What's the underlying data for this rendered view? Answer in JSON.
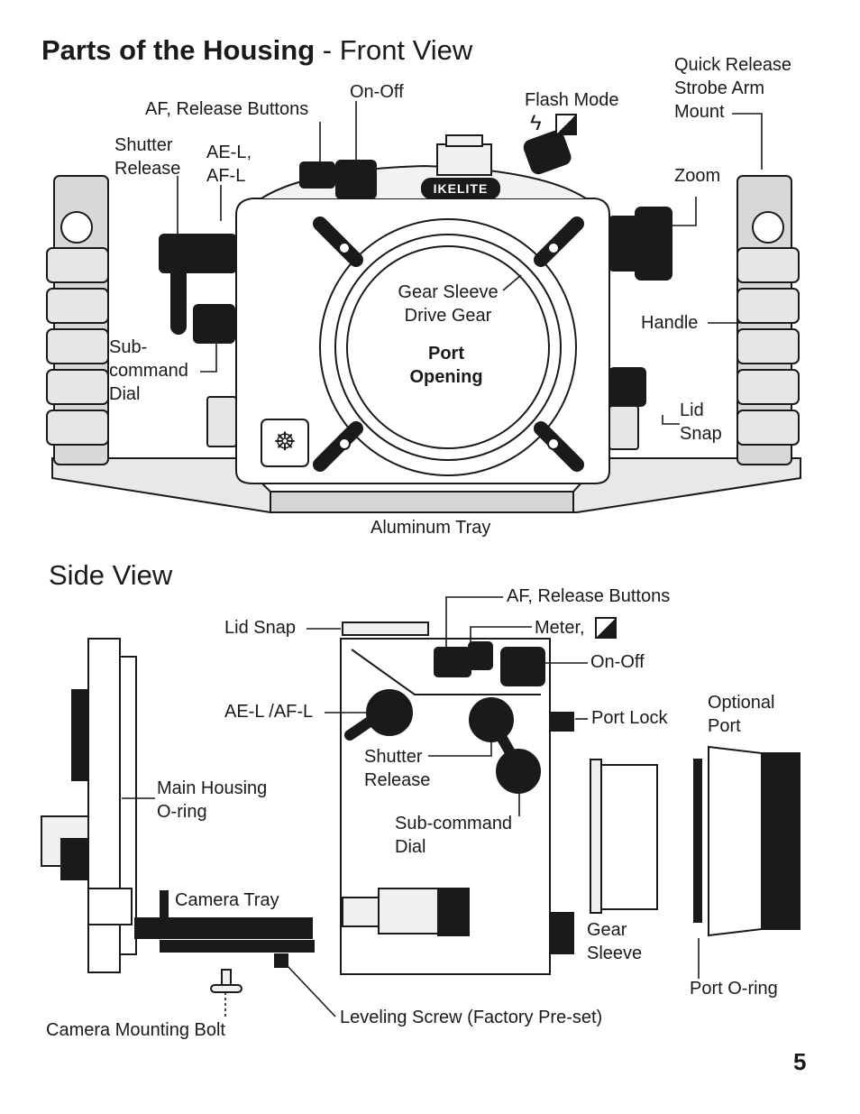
{
  "front": {
    "title_bold": "Parts of the Housing",
    "title_rest": " - Front View",
    "labels": {
      "on_off": "On-Off",
      "af_release": "AF, Release Buttons",
      "flash_mode": "Flash Mode",
      "quick_release": "Quick Release\nStrobe Arm\nMount",
      "shutter_release": "Shutter\nRelease",
      "ae_l": "AE-L,\nAF-L",
      "zoom": "Zoom",
      "gear_sleeve": "Gear Sleeve\nDrive Gear",
      "handle": "Handle",
      "port_opening": "Port\nOpening",
      "sub_command": "Sub-\ncommand\nDial",
      "lid_snap": "Lid\nSnap",
      "aluminum_tray": "Aluminum Tray",
      "brand": "IKELITE"
    }
  },
  "side": {
    "title": "Side View",
    "labels": {
      "af_release": "AF, Release Buttons",
      "lid_snap": "Lid Snap",
      "meter": "Meter,",
      "on_off": "On-Off",
      "ae_l": "AE-L /AF-L",
      "optional_port": "Optional\nPort",
      "port_lock": "Port Lock",
      "shutter_release": "Shutter\nRelease",
      "main_oring": "Main Housing\nO-ring",
      "sub_command": "Sub-command\nDial",
      "camera_tray": "Camera Tray",
      "gear_sleeve": "Gear\nSleeve",
      "port_oring": "Port O-ring",
      "leveling_screw": "Leveling Screw (Factory Pre-set)",
      "mounting_bolt": "Camera Mounting Bolt"
    }
  },
  "page_number": "5"
}
